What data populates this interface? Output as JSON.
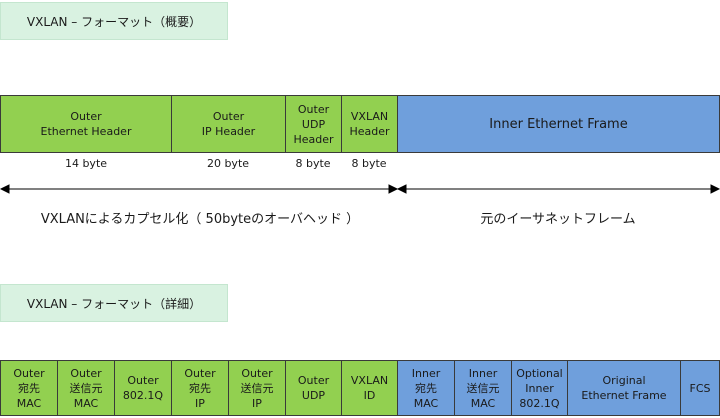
{
  "overview": {
    "title": "VXLAN – フォーマット（概要）",
    "fields": [
      {
        "label": "Outer\nEthernet Header",
        "color": "green"
      },
      {
        "label": "Outer\nIP Header",
        "color": "green"
      },
      {
        "label": "Outer\nUDP\nHeader",
        "color": "green"
      },
      {
        "label": "VXLAN\nHeader",
        "color": "green"
      },
      {
        "label": "Inner Ethernet Frame",
        "color": "blue"
      }
    ],
    "sizes": [
      "14 byte",
      "20 byte",
      "8 byte",
      "8 byte"
    ],
    "left_caption": "VXLANによるカプセル化（ 50byteのオーバヘッド ）",
    "right_caption": "元のイーサネットフレーム"
  },
  "detail": {
    "title": "VXLAN – フォーマット（詳細）",
    "fields": [
      {
        "label": "Outer\n宛先\nMAC",
        "color": "green"
      },
      {
        "label": "Outer\n送信元\nMAC",
        "color": "green"
      },
      {
        "label": "Outer\n802.1Q",
        "color": "green"
      },
      {
        "label": "Outer\n宛先\nIP",
        "color": "green"
      },
      {
        "label": "Outer\n送信元\nIP",
        "color": "green"
      },
      {
        "label": "Outer\nUDP",
        "color": "green"
      },
      {
        "label": "VXLAN\nID",
        "color": "green"
      },
      {
        "label": "Inner\n宛先\nMAC",
        "color": "blue"
      },
      {
        "label": "Inner\n送信元\nMAC",
        "color": "blue"
      },
      {
        "label": "Optional\nInner\n802.1Q",
        "color": "blue"
      },
      {
        "label": "Original\nEthernet Frame",
        "color": "blue"
      },
      {
        "label": "FCS",
        "color": "blue"
      }
    ]
  },
  "colors": {
    "green": "#92d050",
    "blue": "#6f9fdc",
    "label_bg": "#d9f2e1"
  }
}
